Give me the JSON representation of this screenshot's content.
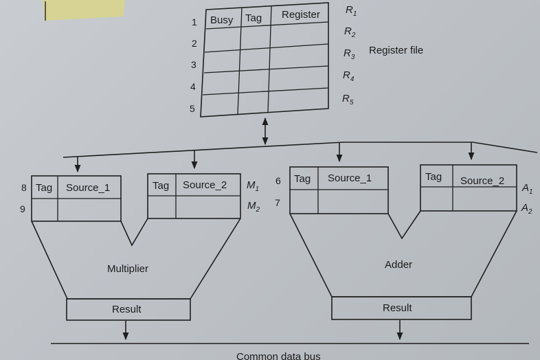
{
  "register_file": {
    "headers": [
      "Busy",
      "Tag",
      "Register"
    ],
    "row_numbers": [
      "1",
      "2",
      "3",
      "4",
      "5"
    ],
    "register_names": [
      {
        "letter": "R",
        "sub": "1"
      },
      {
        "letter": "R",
        "sub": "2"
      },
      {
        "letter": "R",
        "sub": "3"
      },
      {
        "letter": "R",
        "sub": "4"
      },
      {
        "letter": "R",
        "sub": "5"
      }
    ],
    "label": "Register file"
  },
  "multiplier": {
    "station1": {
      "headers": [
        "Tag",
        "Source_1"
      ],
      "rows": [
        "8",
        "9"
      ]
    },
    "station2": {
      "headers": [
        "Tag",
        "Source_2"
      ],
      "names": [
        {
          "letter": "M",
          "sub": "1"
        },
        {
          "letter": "M",
          "sub": "2"
        }
      ]
    },
    "unit_label": "Multiplier",
    "result_label": "Result"
  },
  "adder": {
    "station1": {
      "headers": [
        "Tag",
        "Source_1"
      ],
      "rows": [
        "6",
        "7"
      ]
    },
    "station2": {
      "headers": [
        "Tag",
        "Source_2"
      ],
      "names": [
        {
          "letter": "A",
          "sub": "1"
        },
        {
          "letter": "A",
          "sub": "2"
        }
      ]
    },
    "unit_label": "Adder",
    "result_label": "Result"
  },
  "bus_label": "Common data bus",
  "colors": {
    "ink": "#1e1e1e",
    "paper": "#c4c8cc"
  }
}
